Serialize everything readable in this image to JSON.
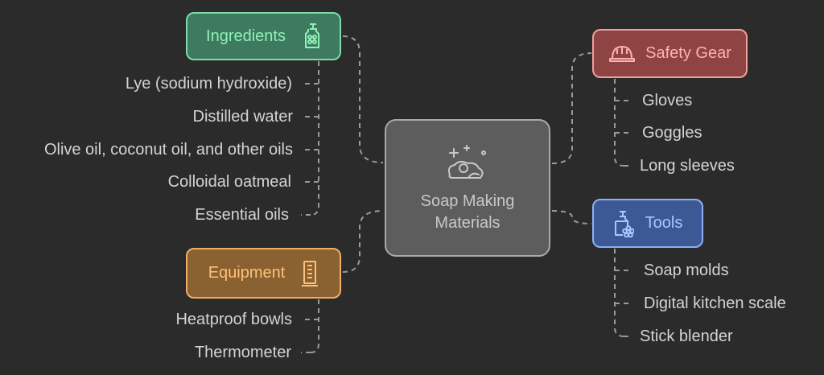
{
  "center": {
    "title": "Soap Making Materials",
    "icon": "soap-bubbles-icon"
  },
  "branches": {
    "ingredients": {
      "label": "Ingredients",
      "icon": "soap-bottle-icon",
      "color": "#8ff0b8",
      "items": [
        "Lye (sodium hydroxide)",
        "Distilled water",
        "Olive oil, coconut oil, and other oils",
        "Colloidal oatmeal",
        "Essential oils"
      ]
    },
    "equipment": {
      "label": "Equipment",
      "icon": "thermometer-icon",
      "color": "#ffc07a",
      "items": [
        "Heatproof bowls",
        "Thermometer"
      ]
    },
    "safety_gear": {
      "label": "Safety Gear",
      "icon": "hard-hat-icon",
      "color": "#ffb2ae",
      "items": [
        "Gloves",
        "Goggles",
        "Long sleeves"
      ]
    },
    "tools": {
      "label": "Tools",
      "icon": "soap-dispenser-icon",
      "color": "#a9c6ff",
      "items": [
        "Soap molds",
        "Digital kitchen scale",
        "Stick blender"
      ]
    }
  }
}
